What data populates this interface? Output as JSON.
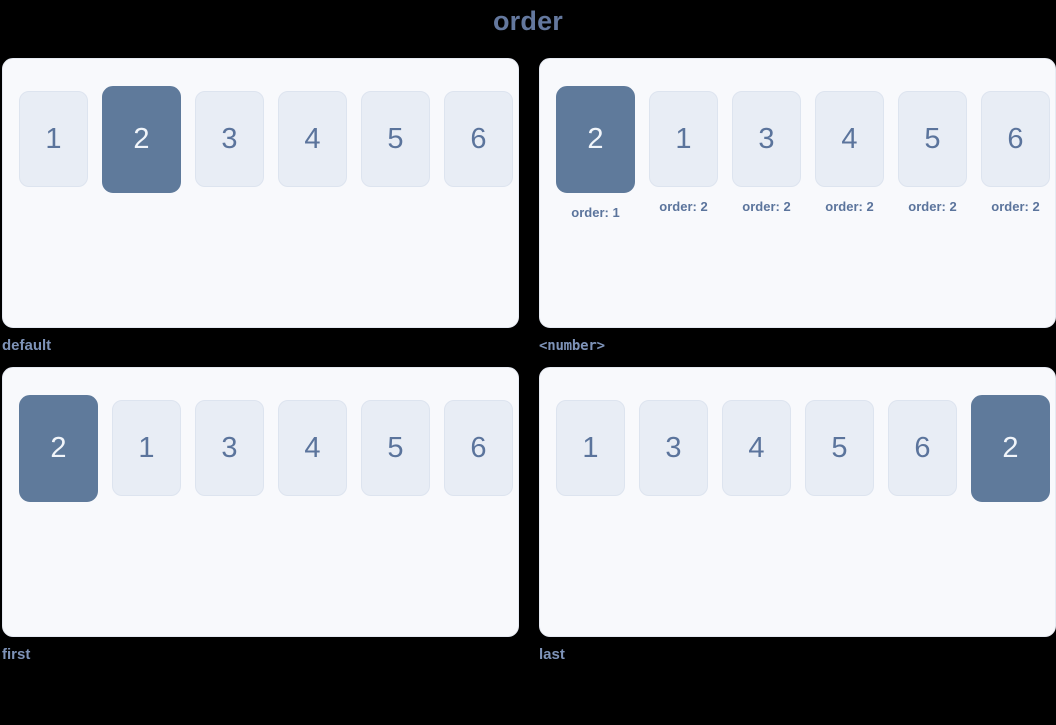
{
  "title": "order",
  "colors": {
    "page_background": "#000000",
    "card_background": "#f8f9fc",
    "box_background": "#e8edf5",
    "box_active_background": "#5f7a9b",
    "text_accent": "#5b749c",
    "label": "#7e93b8",
    "title": "#64789e"
  },
  "panels": [
    {
      "label": "default",
      "label_mono": false,
      "show_captions": false,
      "items": [
        {
          "value": "1",
          "active": false,
          "caption": ""
        },
        {
          "value": "2",
          "active": true,
          "caption": ""
        },
        {
          "value": "3",
          "active": false,
          "caption": ""
        },
        {
          "value": "4",
          "active": false,
          "caption": ""
        },
        {
          "value": "5",
          "active": false,
          "caption": ""
        },
        {
          "value": "6",
          "active": false,
          "caption": ""
        }
      ]
    },
    {
      "label": "<number>",
      "label_mono": true,
      "show_captions": true,
      "items": [
        {
          "value": "2",
          "active": true,
          "caption": "order: 1"
        },
        {
          "value": "1",
          "active": false,
          "caption": "order: 2"
        },
        {
          "value": "3",
          "active": false,
          "caption": "order: 2"
        },
        {
          "value": "4",
          "active": false,
          "caption": "order: 2"
        },
        {
          "value": "5",
          "active": false,
          "caption": "order: 2"
        },
        {
          "value": "6",
          "active": false,
          "caption": "order: 2"
        }
      ]
    },
    {
      "label": "first",
      "label_mono": false,
      "show_captions": false,
      "items": [
        {
          "value": "2",
          "active": true,
          "caption": ""
        },
        {
          "value": "1",
          "active": false,
          "caption": ""
        },
        {
          "value": "3",
          "active": false,
          "caption": ""
        },
        {
          "value": "4",
          "active": false,
          "caption": ""
        },
        {
          "value": "5",
          "active": false,
          "caption": ""
        },
        {
          "value": "6",
          "active": false,
          "caption": ""
        }
      ]
    },
    {
      "label": "last",
      "label_mono": false,
      "show_captions": false,
      "items": [
        {
          "value": "1",
          "active": false,
          "caption": ""
        },
        {
          "value": "3",
          "active": false,
          "caption": ""
        },
        {
          "value": "4",
          "active": false,
          "caption": ""
        },
        {
          "value": "5",
          "active": false,
          "caption": ""
        },
        {
          "value": "6",
          "active": false,
          "caption": ""
        },
        {
          "value": "2",
          "active": true,
          "caption": ""
        }
      ]
    }
  ]
}
